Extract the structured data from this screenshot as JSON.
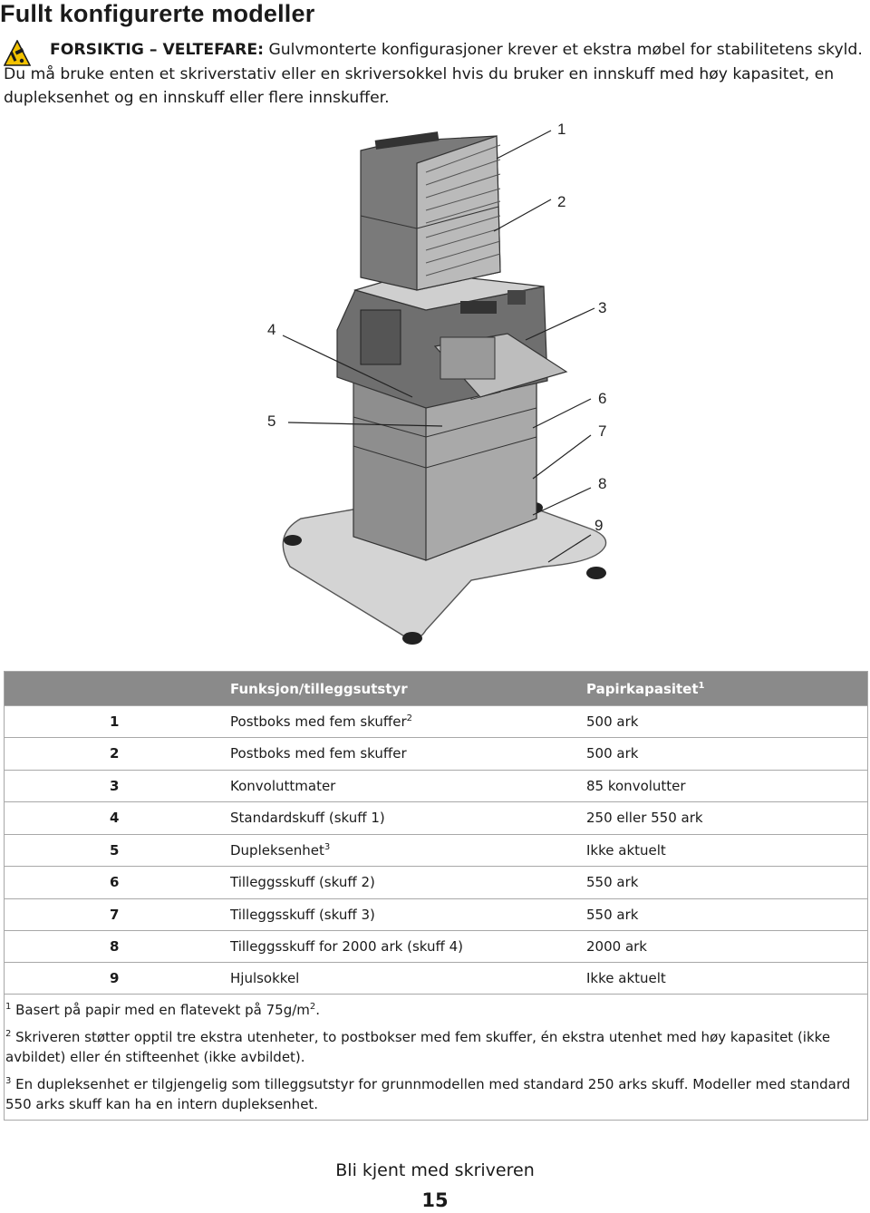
{
  "page": {
    "title": "Fullt konfigurerte modeller",
    "caution_label": "FORSIKTIG – VELTEFARE:",
    "caution_text": " Gulvmonterte konfigurasjoner krever et ekstra møbel for stabilitetens skyld. Du må bruke enten et skriverstativ eller en skriversokkel hvis du bruker en innskuff med høy kapasitet, en dupleksenhet og en innskuff eller flere innskuffer.",
    "footer_title": "Bli kjent med skriveren",
    "page_number": "15"
  },
  "figure": {
    "icon": "tip-hazard-icon",
    "callouts": [
      "1",
      "2",
      "3",
      "4",
      "5",
      "6",
      "7",
      "8",
      "9"
    ]
  },
  "table": {
    "header_function": "Funksjon/tilleggsutstyr",
    "header_capacity": "Papirkapasitet",
    "header_capacity_sup": "1",
    "rows": [
      {
        "num": "1",
        "function": "Postboks med fem skuffer",
        "sup": "2",
        "capacity": "500 ark"
      },
      {
        "num": "2",
        "function": "Postboks med fem skuffer",
        "sup": "",
        "capacity": "500 ark"
      },
      {
        "num": "3",
        "function": "Konvoluttmater",
        "sup": "",
        "capacity": "85 konvolutter"
      },
      {
        "num": "4",
        "function": "Standardskuff (skuff 1)",
        "sup": "",
        "capacity": "250 eller 550 ark"
      },
      {
        "num": "5",
        "function": "Dupleksenhet",
        "sup": "3",
        "capacity": "Ikke aktuelt"
      },
      {
        "num": "6",
        "function": "Tilleggsskuff (skuff 2)",
        "sup": "",
        "capacity": "550 ark"
      },
      {
        "num": "7",
        "function": "Tilleggsskuff (skuff 3)",
        "sup": "",
        "capacity": "550 ark"
      },
      {
        "num": "8",
        "function": "Tilleggsskuff for 2000 ark (skuff 4)",
        "sup": "",
        "capacity": "2000 ark"
      },
      {
        "num": "9",
        "function": "Hjulsokkel",
        "sup": "",
        "capacity": "Ikke aktuelt"
      }
    ],
    "notes": [
      {
        "sup": "1",
        "text": " Basert på papir med en flatevekt på 75g/m",
        "sup2": "2",
        "tail": "."
      },
      {
        "sup": "2",
        "text": " Skriveren støtter opptil tre ekstra utenheter, to postbokser med fem skuffer, én ekstra utenhet med høy kapasitet (ikke avbildet) eller én stifteenhet (ikke avbildet).",
        "sup2": "",
        "tail": ""
      },
      {
        "sup": "3",
        "text": " En dupleksenhet er tilgjengelig som tilleggsutstyr for grunnmodellen med standard 250 arks skuff. Modeller med standard 550 arks skuff kan ha en intern dupleksenhet.",
        "sup2": "",
        "tail": ""
      }
    ]
  }
}
